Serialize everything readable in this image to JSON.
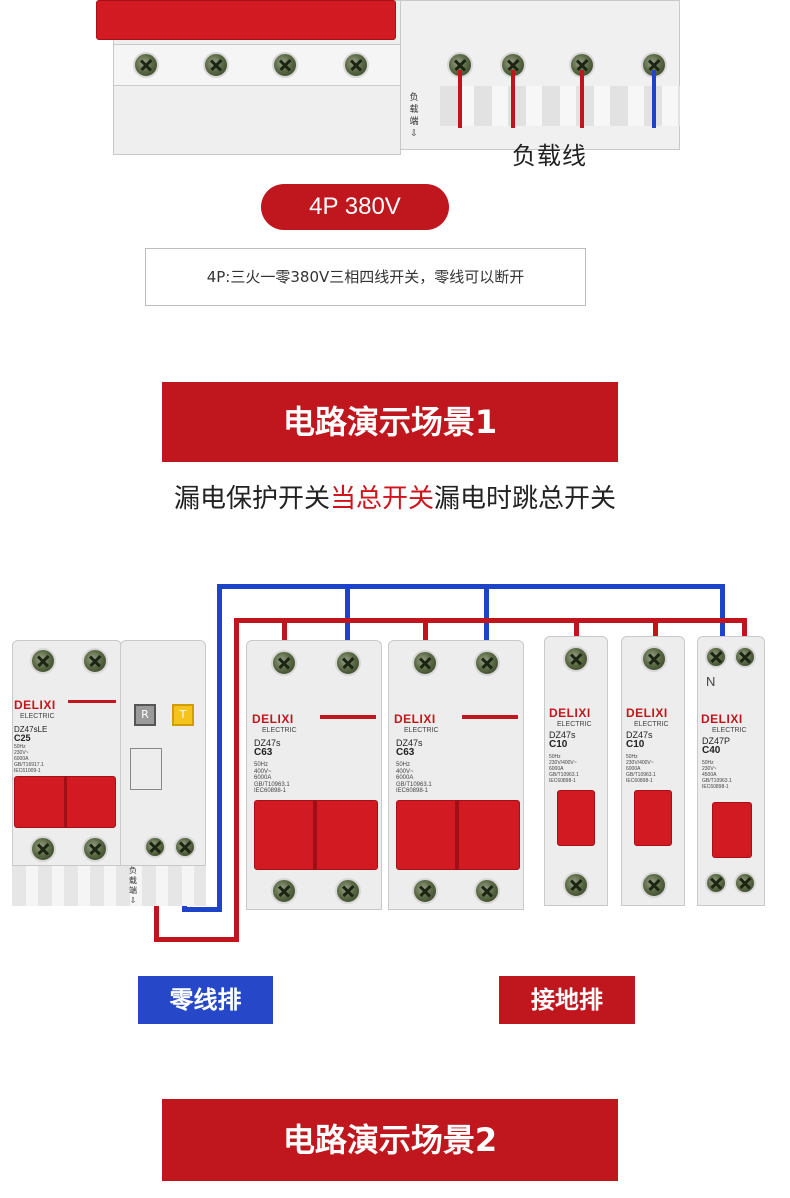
{
  "top_section": {
    "side_label": [
      "负",
      "载",
      "端",
      "⇩"
    ],
    "load_wire_label": "负载线",
    "pill_label": "4P 380V",
    "description": "4P:三火一零380V三相四线开关，零线可以断开"
  },
  "scene1": {
    "banner_title": "电路演示场景1",
    "subtitle_prefix": "漏电保护开关",
    "subtitle_highlight": "当总开关",
    "subtitle_suffix": "漏电时跳总开关",
    "main_breaker": {
      "brand": "DELIXI",
      "brand_sub": "ELECTRIC",
      "model": "DZ47sLE",
      "rating": "C25",
      "specs": [
        "50Hz",
        "230V~",
        "6000A",
        "GB/T16917.1",
        "IEC61009-1"
      ],
      "r_label": "R",
      "t_label": "T",
      "side_label": [
        "负",
        "载",
        "端",
        "⇩"
      ]
    },
    "breakers": [
      {
        "brand": "DELIXI",
        "brand_sub": "ELECTRIC",
        "model": "DZ47s",
        "rating": "C63",
        "specs": [
          "50Hz",
          "400V~",
          "6000A",
          "GB/T10963.1",
          "IEC60898-1"
        ]
      },
      {
        "brand": "DELIXI",
        "brand_sub": "ELECTRIC",
        "model": "DZ47s",
        "rating": "C63",
        "specs": [
          "50Hz",
          "400V~",
          "6000A",
          "GB/T10963.1",
          "IEC60898-1"
        ]
      },
      {
        "brand": "DELIXI",
        "brand_sub": "ELECTRIC",
        "model": "DZ47s",
        "rating": "C10",
        "specs": [
          "50Hz",
          "230V/400V~",
          "6000A",
          "GB/T10963.1",
          "IEC60898-1"
        ]
      },
      {
        "brand": "DELIXI",
        "brand_sub": "ELECTRIC",
        "model": "DZ47s",
        "rating": "C10",
        "specs": [
          "50Hz",
          "230V/400V~",
          "6000A",
          "GB/T10963.1",
          "IEC60898-1"
        ]
      },
      {
        "brand": "DELIXI",
        "brand_sub": "ELECTRIC",
        "model": "DZ47P",
        "rating": "C40",
        "specs": [
          "50Hz",
          "230V~",
          "4500A",
          "GB/T10963.1",
          "IEC60898-1"
        ],
        "n_label": "N"
      }
    ],
    "neutral_bar_label": "零线排",
    "ground_bar_label": "接地排"
  },
  "scene2": {
    "banner_title": "电路演示场景2"
  },
  "colors": {
    "brand_red": "#c0161d",
    "neutral_blue": "#2648c8",
    "wire_red": "#c4141b",
    "wire_blue": "#1d44c8"
  }
}
